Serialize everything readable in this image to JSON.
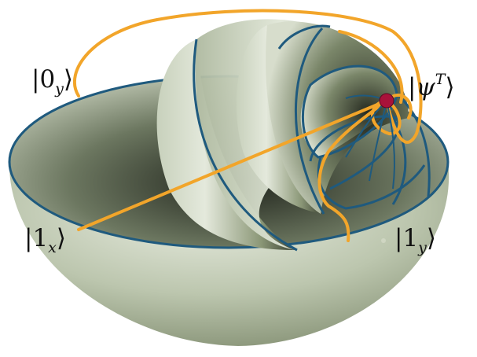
{
  "labels": {
    "zero_y": {
      "base": "|0",
      "sub": "y",
      "close": "⟩"
    },
    "psi_T": {
      "base": "|",
      "var": "ψ",
      "sup": "T",
      "close": "⟩"
    },
    "one_x": {
      "base": "|1",
      "sub": "x",
      "close": "⟩"
    },
    "one_y": {
      "base": "|1",
      "sub": "y",
      "close": "⟩"
    }
  },
  "colors": {
    "surface": "#b7c1a8",
    "surface_light": "#dfe5d4",
    "surface_dark": "#2e3327",
    "rim_blue": "#1f5a7e",
    "orange": "#f2a52a",
    "state_point": "#a8123a"
  }
}
